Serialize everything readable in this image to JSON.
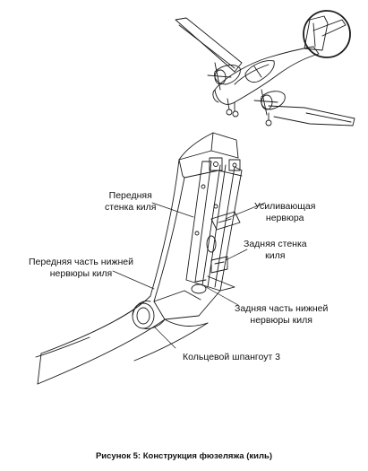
{
  "labels": {
    "front_wall_1": "Передняя",
    "front_wall_2": "стенка киля",
    "reinforcing_rib_1": "Усиливающая",
    "reinforcing_rib_2": "нервюра",
    "rear_wall_1": "Задняя стенка",
    "rear_wall_2": "киля",
    "front_lower_rib_1": "Передняя часть нижней",
    "front_lower_rib_2": "нервюры киля",
    "rear_lower_rib_1": "Задняя часть нижней",
    "rear_lower_rib_2": "нервюры киля",
    "ring_frame": "Кольцевой шпангоут 3"
  },
  "caption": "Рисунок 5: Конструкция фюзеляжа (киль)",
  "colors": {
    "line": "#1a1a1a",
    "background": "#ffffff"
  }
}
